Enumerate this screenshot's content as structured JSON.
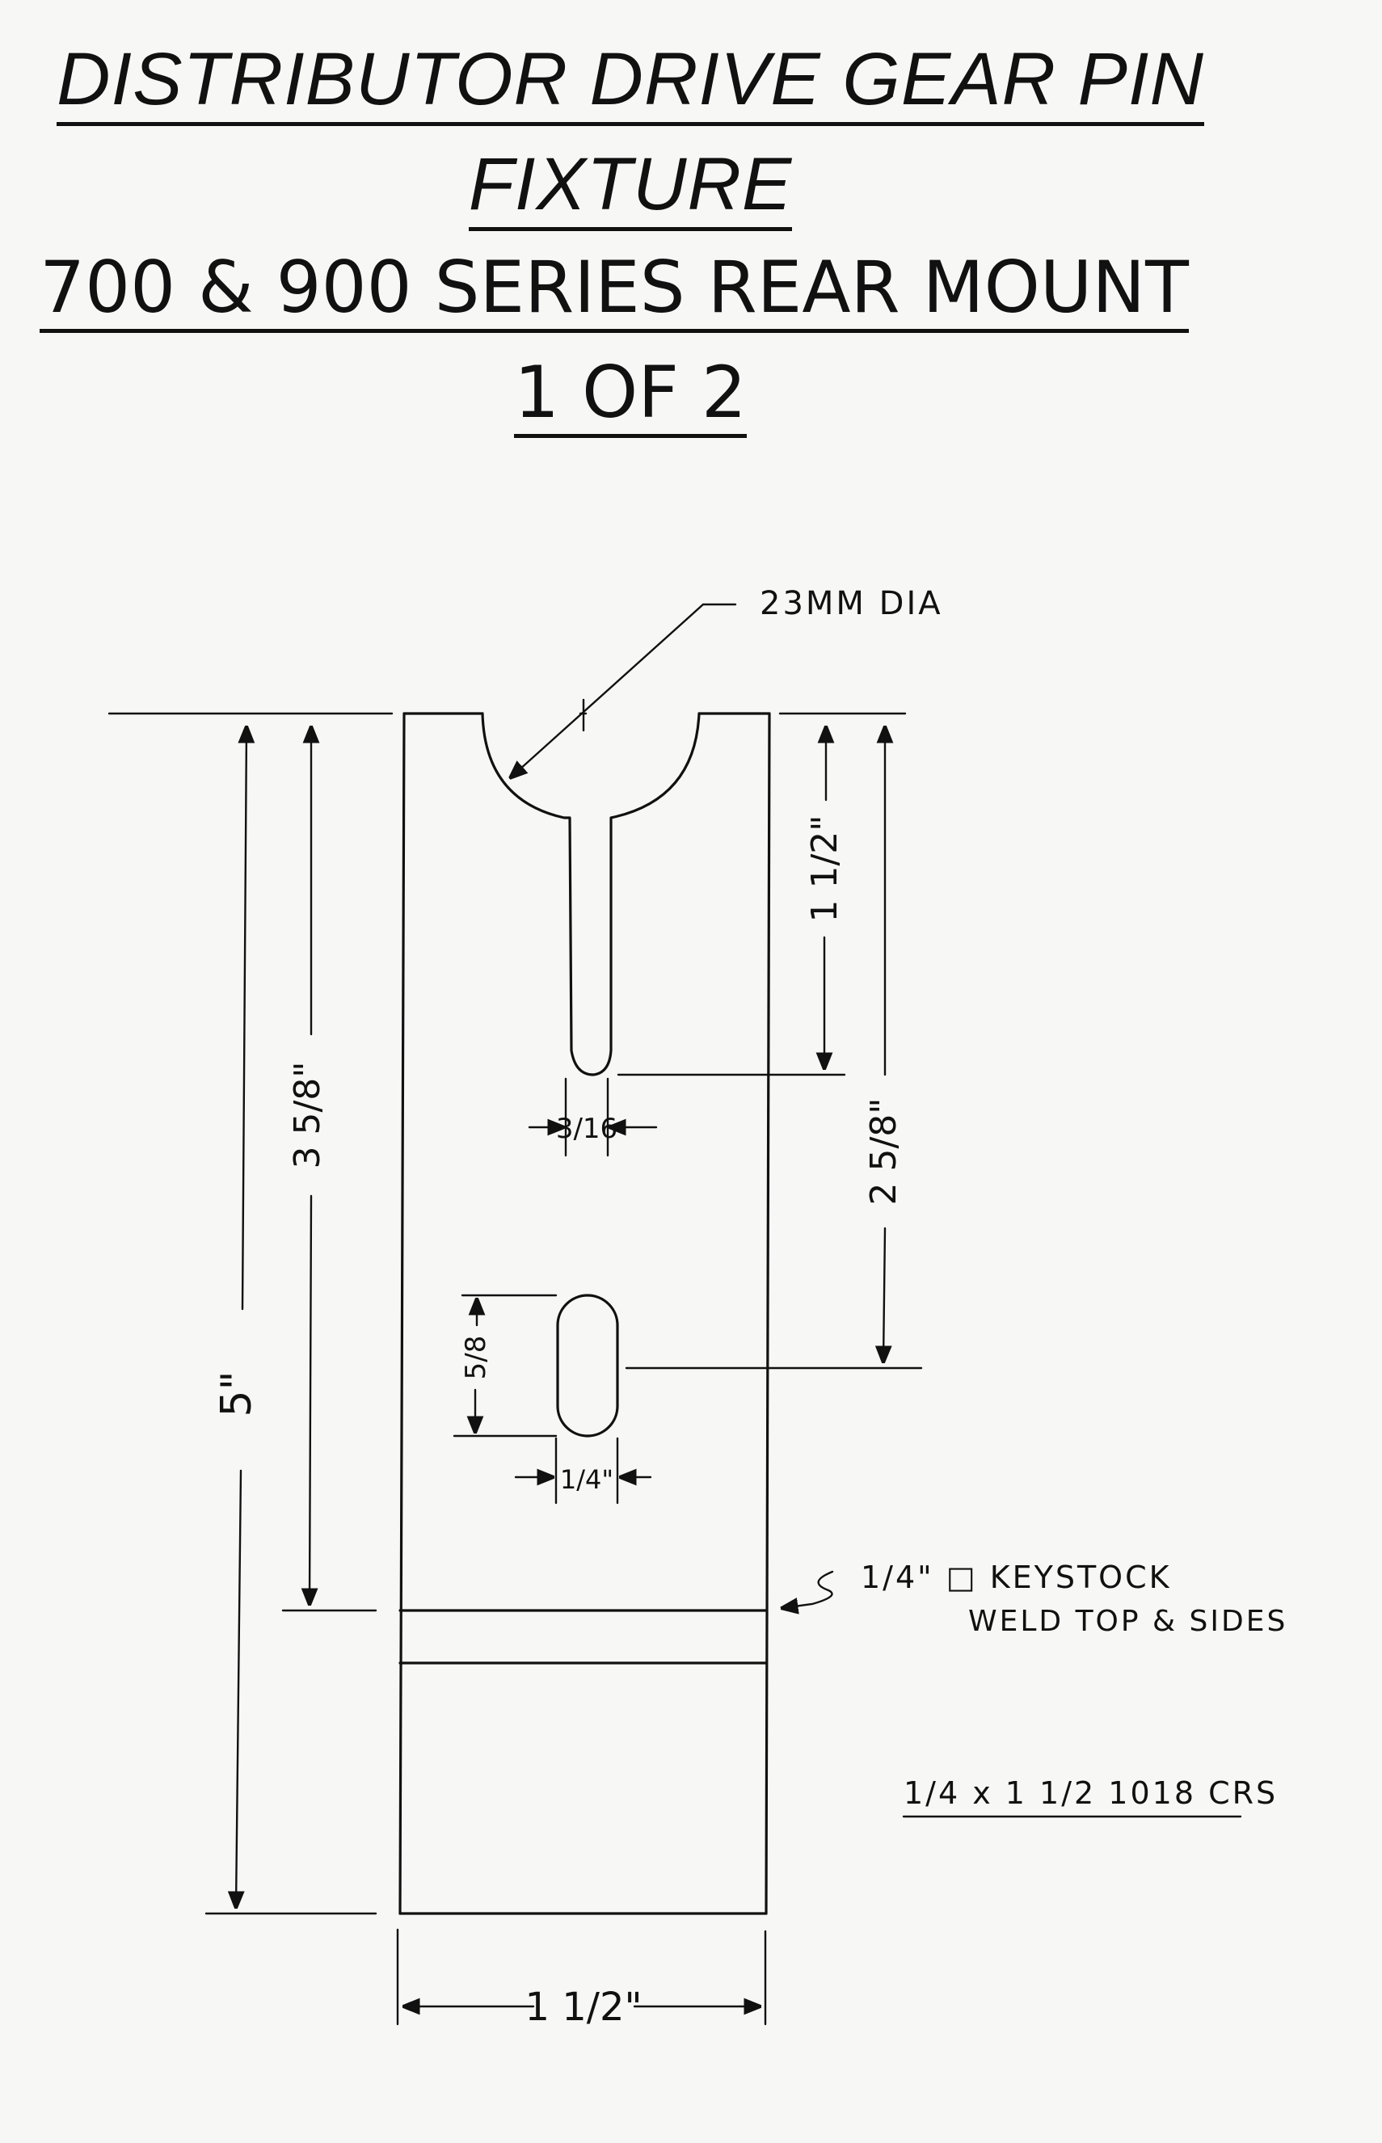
{
  "title": {
    "line1": "DISTRIBUTOR DRIVE GEAR PIN",
    "line2": "FIXTURE",
    "line3": "700 & 900 SERIES REAR MOUNT",
    "line4": "1 OF 2"
  },
  "dimensions": {
    "hole_diameter": "23MM DIA",
    "overall_height": "5\"",
    "keystock_height": "3 5/8\"",
    "slot_depth": "1 1/2\"",
    "oval_center": "2 5/8\"",
    "slot_width": "3/16",
    "oval_height": "5/8",
    "oval_width": "1/4\"",
    "overall_width": "1 1/2\""
  },
  "notes": {
    "keystock_line1": "1/4\" □ KEYSTOCK",
    "keystock_line2": "WELD TOP & SIDES",
    "material": "1/4 x 1 1/2  1018 CRS"
  }
}
